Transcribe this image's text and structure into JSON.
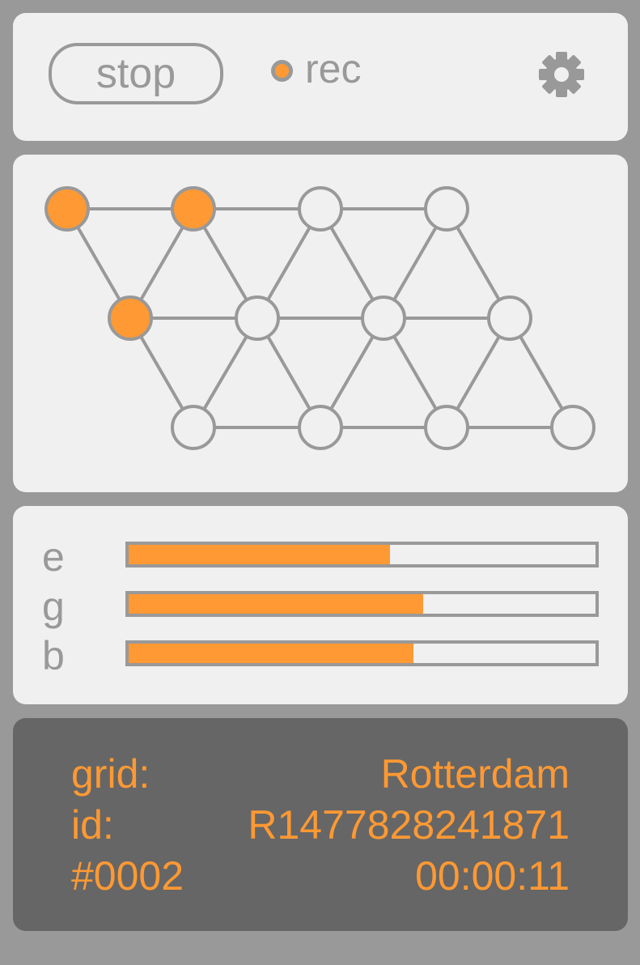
{
  "controls": {
    "stop_label": "stop",
    "rec_label": "rec",
    "settings_icon": "gear-icon"
  },
  "colors": {
    "accent": "#ff9933",
    "line": "#999999",
    "panel": "#f0f0f0",
    "info_panel": "#666666"
  },
  "grid": {
    "active_nodes": [
      "r0c0",
      "r0c1",
      "r1c0"
    ]
  },
  "bars": [
    {
      "label": "e",
      "value": 0.56
    },
    {
      "label": "g",
      "value": 0.63
    },
    {
      "label": "b",
      "value": 0.61
    }
  ],
  "info": {
    "grid_label": "grid:",
    "grid_value": "Rotterdam",
    "id_label": "id:",
    "id_value": "R1477828241871",
    "count": "#0002",
    "time": "00:00:11"
  }
}
